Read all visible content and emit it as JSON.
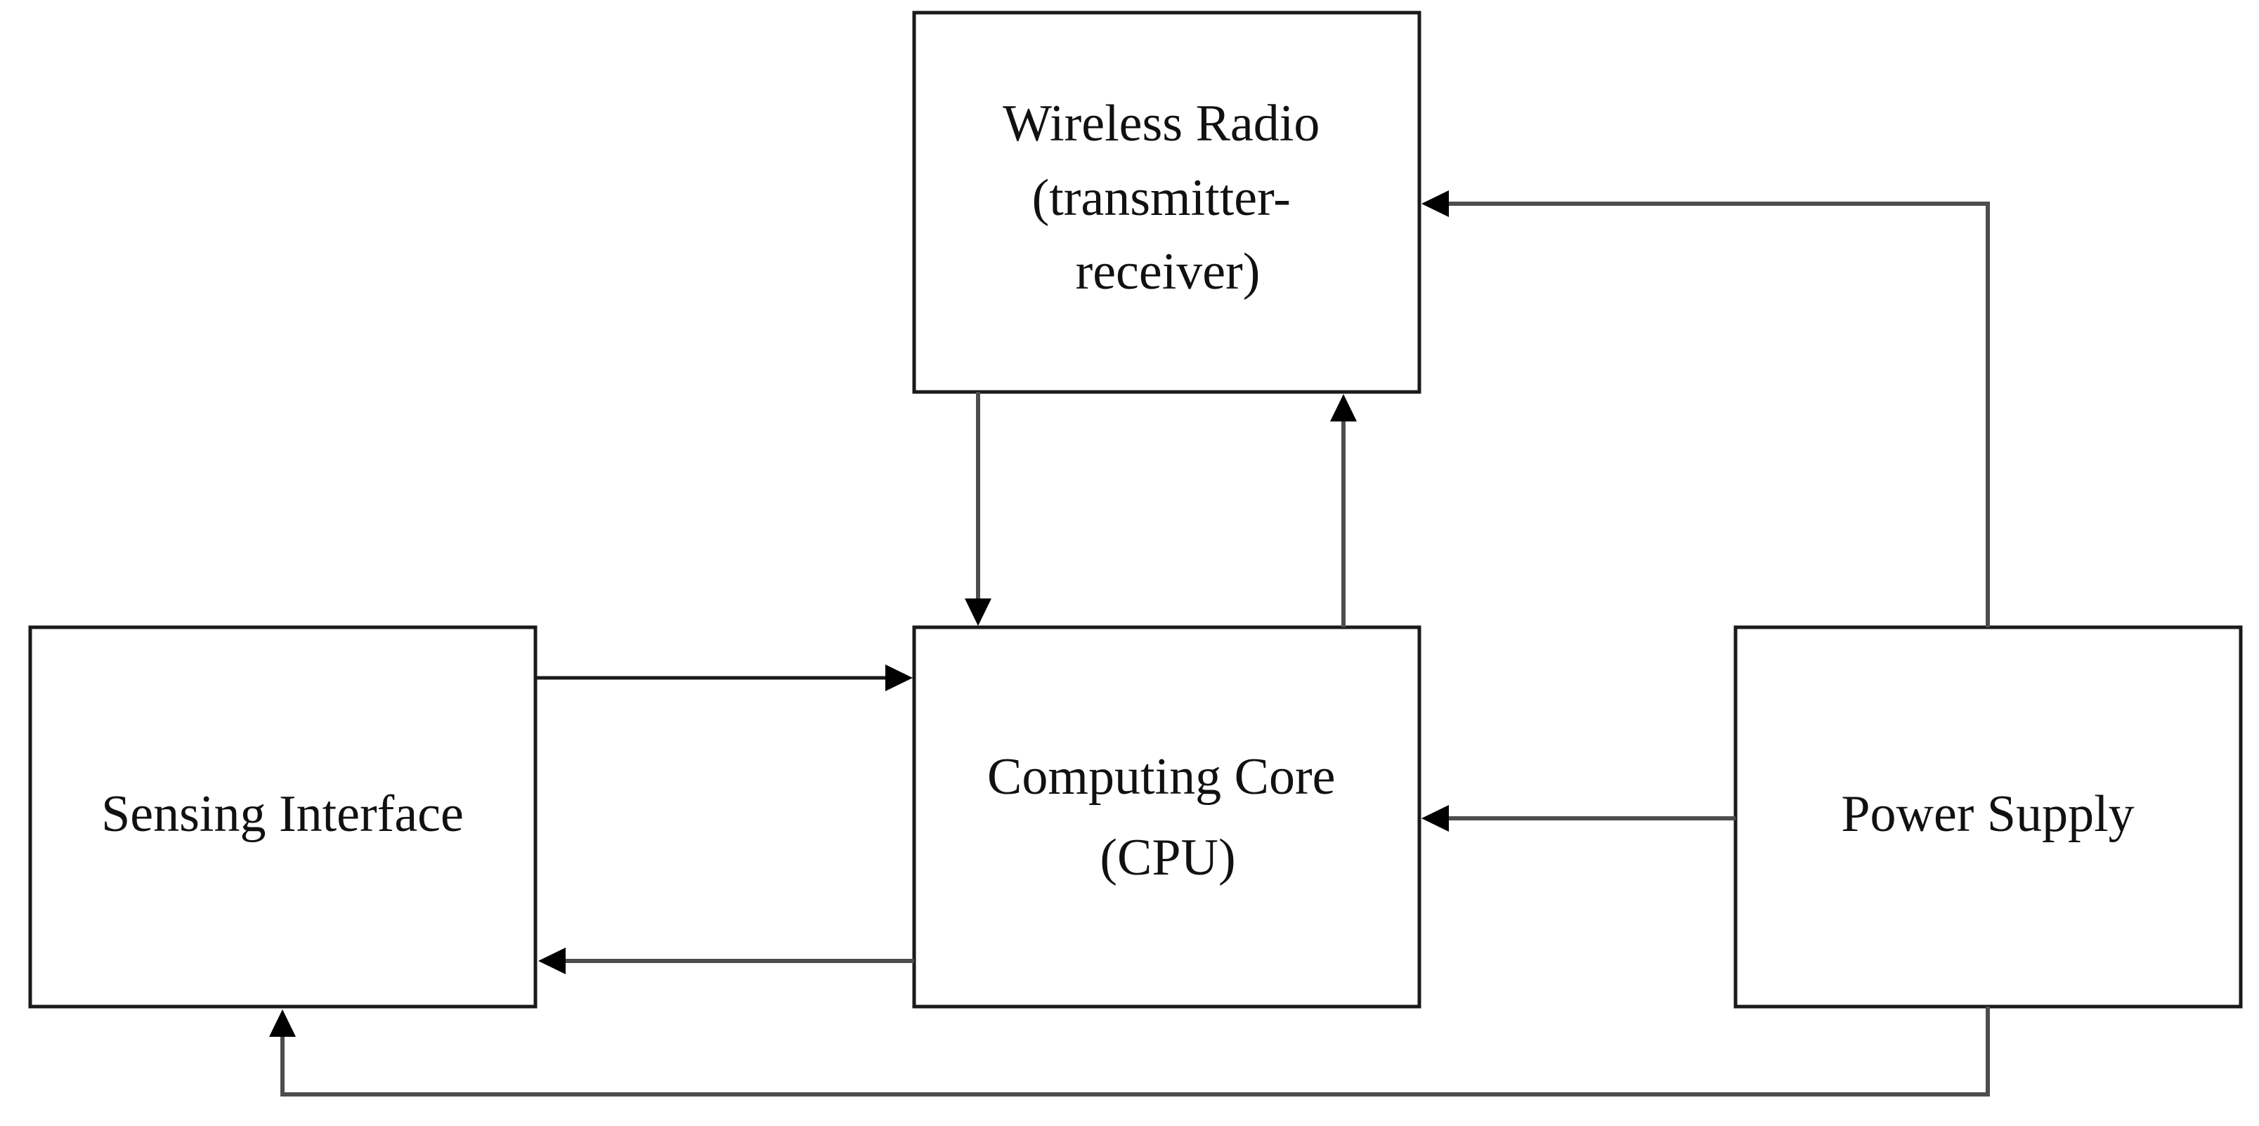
{
  "diagram": {
    "blocks": {
      "wireless_radio": {
        "lines": [
          "Wireless Radio",
          "(transmitter-",
          "receiver)"
        ]
      },
      "computing_core": {
        "lines": [
          "Computing Core",
          "(CPU)"
        ]
      },
      "sensing_interface": {
        "lines": [
          "Sensing Interface"
        ]
      },
      "power_supply": {
        "lines": [
          "Power Supply"
        ]
      }
    },
    "connections": [
      {
        "from": "wireless_radio",
        "to": "computing_core"
      },
      {
        "from": "computing_core",
        "to": "wireless_radio"
      },
      {
        "from": "sensing_interface",
        "to": "computing_core"
      },
      {
        "from": "computing_core",
        "to": "sensing_interface"
      },
      {
        "from": "power_supply",
        "to": "computing_core"
      },
      {
        "from": "power_supply",
        "to": "wireless_radio"
      },
      {
        "from": "power_supply",
        "to": "sensing_interface"
      }
    ]
  }
}
